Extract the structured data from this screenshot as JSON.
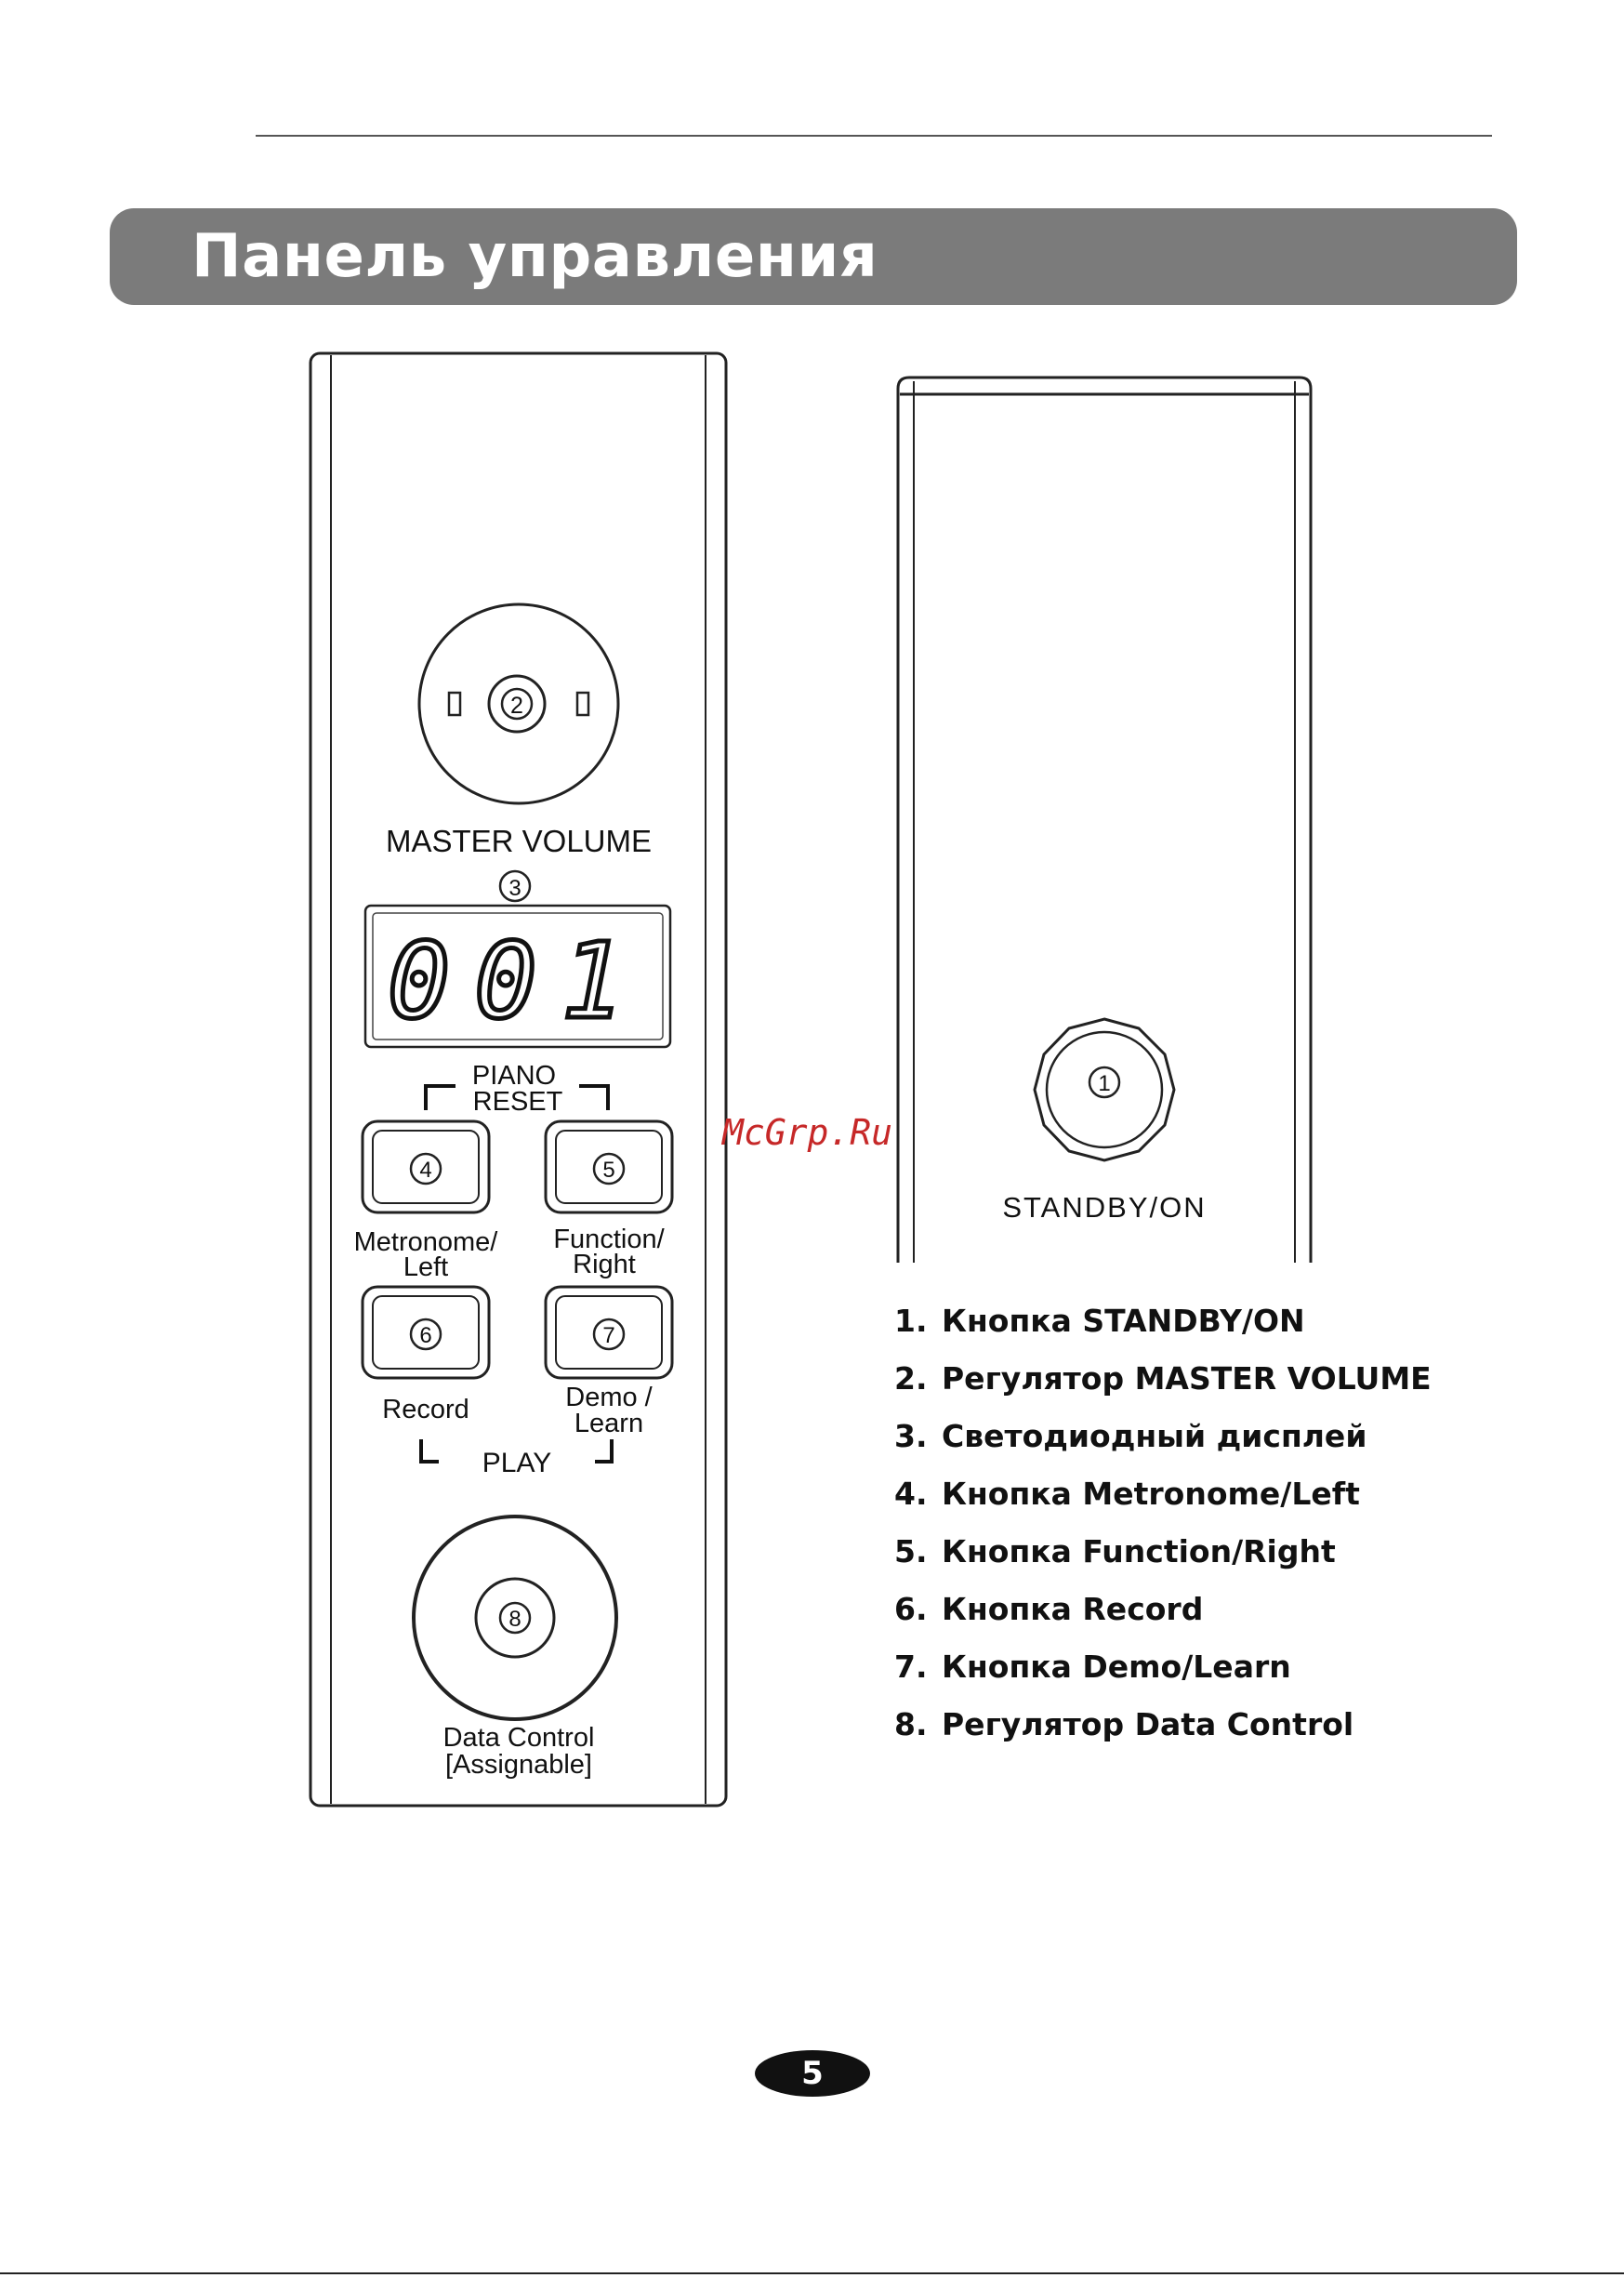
{
  "header": {
    "title": "Панель управления"
  },
  "panel": {
    "master_volume_label": "MASTER VOLUME",
    "knob_master_number": "2",
    "display_number": "3",
    "display_value": "001",
    "piano_reset_label_line1": "PIANO",
    "piano_reset_label_line2": "RESET",
    "btn4_number": "4",
    "btn5_number": "5",
    "btn6_number": "6",
    "btn7_number": "7",
    "btn4_label_line1": "Metronome/",
    "btn4_label_line2": "Left",
    "btn5_label_line1": "Function/",
    "btn5_label_line2": "Right",
    "btn6_label": "Record",
    "btn7_label_line1": "Demo /",
    "btn7_label_line2": "Learn",
    "play_label": "PLAY",
    "knob_data_number": "8",
    "data_control_line1": "Data Control",
    "data_control_line2": "[Assignable]"
  },
  "side_panel": {
    "standby_number": "1",
    "standby_label": "STANDBY/ON"
  },
  "watermark": "McGrp.Ru",
  "legend": [
    {
      "num": "1.",
      "text": "Кнопка STANDBY/ON"
    },
    {
      "num": "2.",
      "text": "Регулятор MASTER VOLUME"
    },
    {
      "num": "3.",
      "text": "Светодиодный дисплей"
    },
    {
      "num": "4.",
      "text": "Кнопка Metronome/Left"
    },
    {
      "num": "5.",
      "text": "Кнопка Function/Right"
    },
    {
      "num": "6.",
      "text": "Кнопка Record"
    },
    {
      "num": "7.",
      "text": "Кнопка Demo/Learn"
    },
    {
      "num": "8.",
      "text": "Регулятор Data Control"
    }
  ],
  "page_number": "5"
}
